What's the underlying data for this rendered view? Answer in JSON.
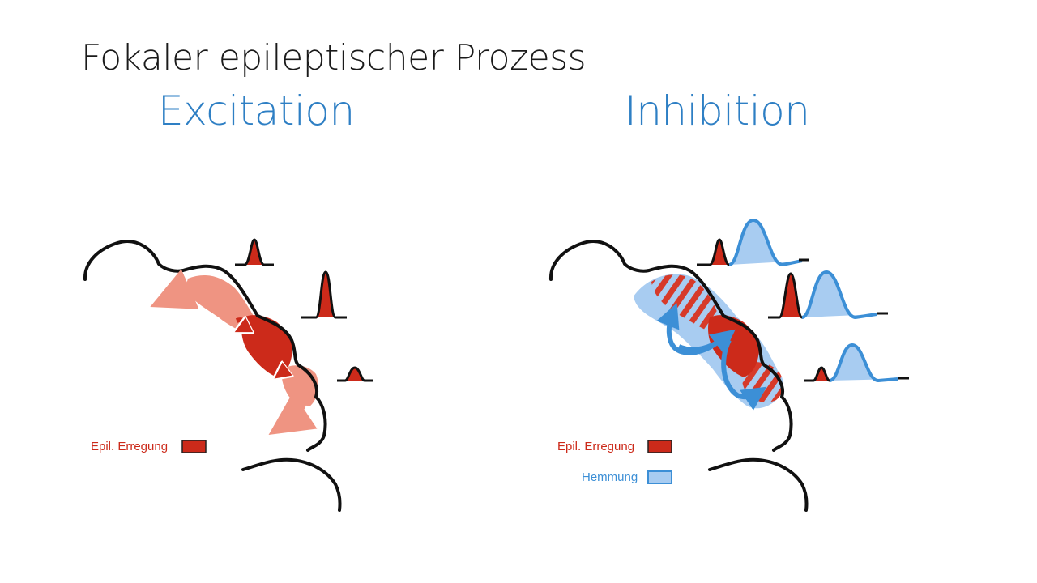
{
  "slide": {
    "title": "Fokaler epileptischer Prozess",
    "heading_left": "Excitation",
    "heading_right": "Inhibition"
  },
  "legend": {
    "erregung": "Epil. Erregung",
    "hemmung": "Hemmung"
  },
  "colors": {
    "title": "#1a1a1a",
    "heading": "#2e7fc4",
    "excitation_dark": "#cc2a1a",
    "excitation_light": "#ef9482",
    "inhibition_stroke": "#3c8fd6",
    "inhibition_fill": "#a8ccf1",
    "outline": "#111111"
  }
}
